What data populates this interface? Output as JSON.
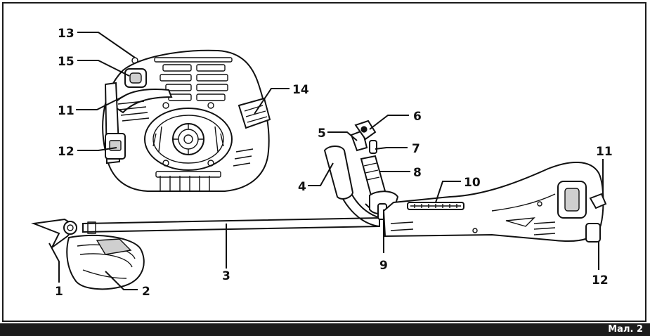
{
  "figure": {
    "caption": "Мал. 2",
    "callouts": [
      {
        "id": "1",
        "label": "1"
      },
      {
        "id": "2",
        "label": "2"
      },
      {
        "id": "3",
        "label": "3"
      },
      {
        "id": "4",
        "label": "4"
      },
      {
        "id": "5",
        "label": "5"
      },
      {
        "id": "6",
        "label": "6"
      },
      {
        "id": "7",
        "label": "7"
      },
      {
        "id": "8",
        "label": "8"
      },
      {
        "id": "9",
        "label": "9"
      },
      {
        "id": "10",
        "label": "10"
      },
      {
        "id": "11a",
        "label": "11"
      },
      {
        "id": "12a",
        "label": "12"
      },
      {
        "id": "11b",
        "label": "11"
      },
      {
        "id": "12b",
        "label": "12"
      },
      {
        "id": "13",
        "label": "13"
      },
      {
        "id": "14",
        "label": "14"
      },
      {
        "id": "15",
        "label": "15"
      }
    ]
  }
}
